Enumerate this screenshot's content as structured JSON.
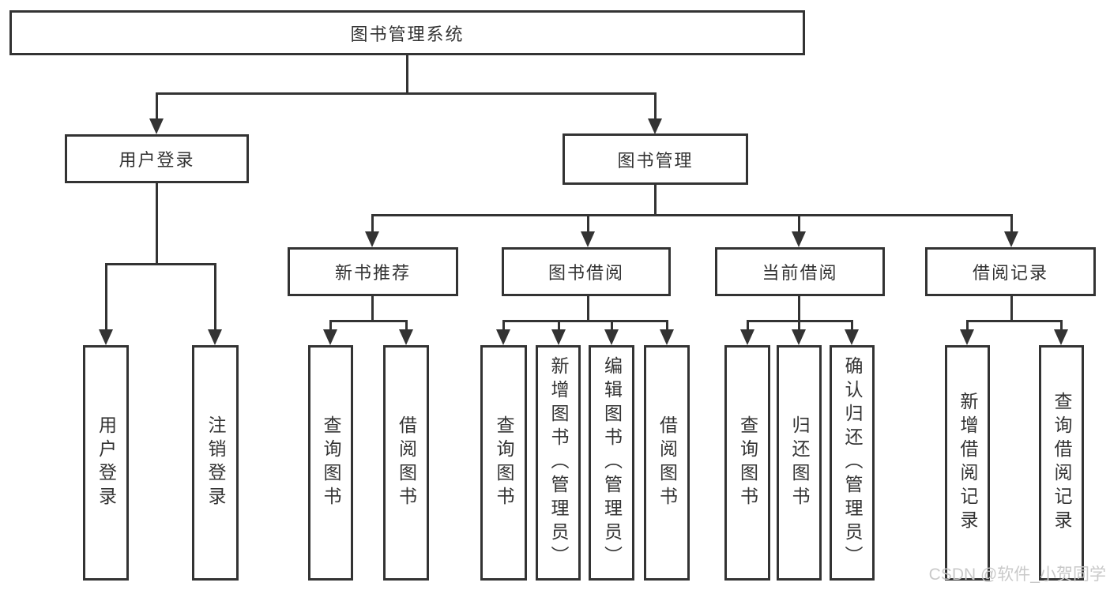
{
  "colors": {
    "line": "#333333",
    "text": "#333333",
    "watermark": "#c9c9c9",
    "bg": "#ffffff"
  },
  "diagram": {
    "root": {
      "label": "图书管理系统"
    },
    "level2": {
      "user_login": {
        "label": "用户登录"
      },
      "book_mgmt": {
        "label": "图书管理"
      }
    },
    "level3": {
      "new_books": {
        "label": "新书推荐"
      },
      "book_borrow": {
        "label": "图书借阅"
      },
      "current_borrow": {
        "label": "当前借阅"
      },
      "borrow_records": {
        "label": "借阅记录"
      }
    },
    "leaves": {
      "user_login_leaf": {
        "label": "用户登录"
      },
      "logout": {
        "label": "注销登录"
      },
      "nb_query": {
        "label": "查询图书"
      },
      "nb_borrow": {
        "label": "借阅图书"
      },
      "bb_query": {
        "label": "查询图书"
      },
      "bb_add": {
        "label": "新增图书（管理员）"
      },
      "bb_edit": {
        "label": "编辑图书（管理员）"
      },
      "bb_borrow": {
        "label": "借阅图书"
      },
      "cb_query": {
        "label": "查询图书"
      },
      "cb_return": {
        "label": "归还图书"
      },
      "cb_confirm": {
        "label": "确认归还（管理员）"
      },
      "br_add": {
        "label": "新增借阅记录"
      },
      "br_query": {
        "label": "查询借阅记录"
      }
    }
  },
  "watermark": {
    "text": "CSDN @软件_小贺同学"
  }
}
